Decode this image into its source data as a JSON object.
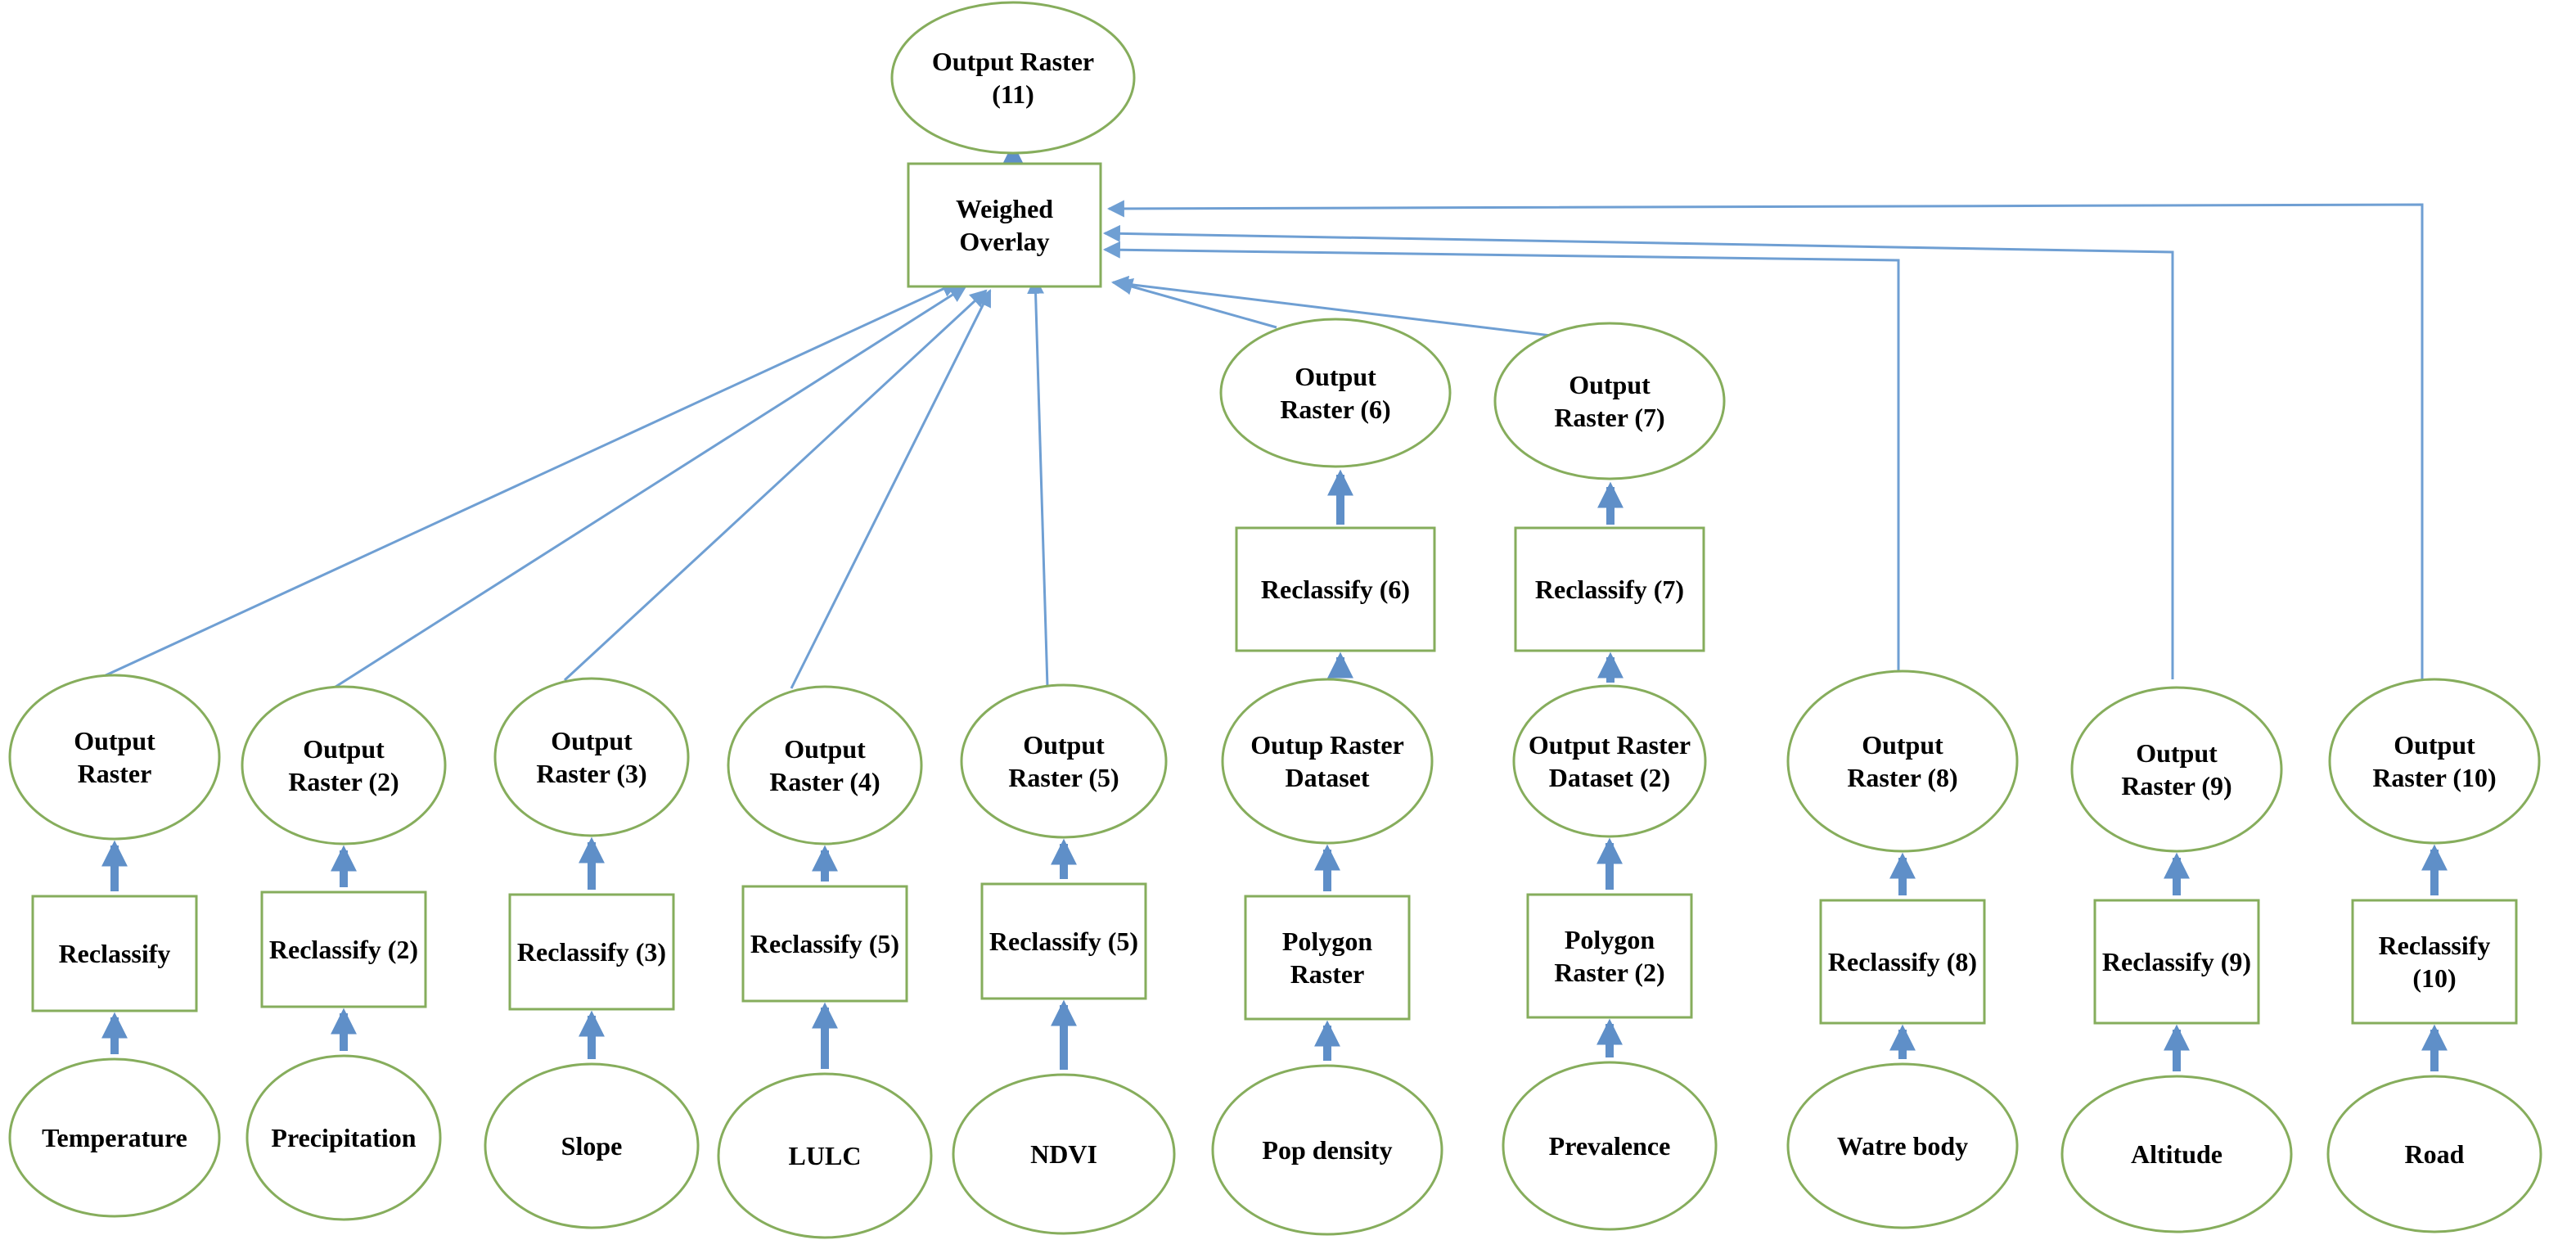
{
  "colors": {
    "node_stroke": "#86ad5c",
    "edge": "#6f9fd3",
    "short_arrow": "#5f8fc8",
    "text": "#000000"
  },
  "top": {
    "output": [
      "Output Raster",
      "(11)"
    ],
    "overlay": [
      "Weighed",
      "Overlay"
    ]
  },
  "columns": [
    {
      "input": [
        "Temperature"
      ],
      "reclass": [
        "Reclassify"
      ],
      "output": [
        "Output",
        "Raster"
      ]
    },
    {
      "input": [
        "Precipitation"
      ],
      "reclass": [
        "Reclassify (2)"
      ],
      "output": [
        "Output",
        "Raster (2)"
      ]
    },
    {
      "input": [
        "Slope"
      ],
      "reclass": [
        "Reclassify (3)"
      ],
      "output": [
        "Output",
        "Raster (3)"
      ]
    },
    {
      "input": [
        "LULC"
      ],
      "reclass": [
        "Reclassify (5)"
      ],
      "output": [
        "Output",
        "Raster (4)"
      ]
    },
    {
      "input": [
        "NDVI"
      ],
      "reclass": [
        "Reclassify (5)"
      ],
      "output": [
        "Output",
        "Raster (5)"
      ]
    },
    {
      "input": [
        "Pop density"
      ],
      "reclass": [
        "Polygon",
        "Raster"
      ],
      "output": [
        "Outup Raster",
        "Dataset"
      ],
      "reclass2": [
        "Reclassify (6)"
      ],
      "output2": [
        "Output",
        "Raster (6)"
      ]
    },
    {
      "input": [
        "Prevalence"
      ],
      "reclass": [
        "Polygon",
        "Raster (2)"
      ],
      "output": [
        "Output Raster",
        "Dataset (2)"
      ],
      "reclass2": [
        "Reclassify (7)"
      ],
      "output2": [
        "Output",
        "Raster (7)"
      ]
    },
    {
      "input": [
        "Watre body"
      ],
      "reclass": [
        "Reclassify (8)"
      ],
      "output": [
        "Output",
        "Raster (8)"
      ]
    },
    {
      "input": [
        "Altitude"
      ],
      "reclass": [
        "Reclassify (9)"
      ],
      "output": [
        "Output",
        "Raster (9)"
      ]
    },
    {
      "input": [
        "Road"
      ],
      "reclass": [
        "Reclassify",
        "(10)"
      ],
      "output": [
        "Output",
        "Raster (10)"
      ]
    }
  ]
}
